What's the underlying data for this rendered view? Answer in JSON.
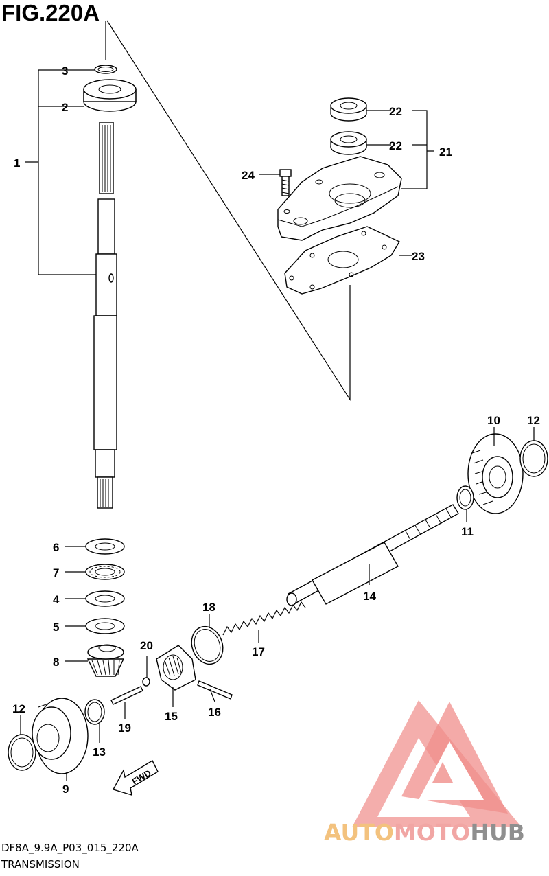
{
  "figure": {
    "title": "FIG.220A"
  },
  "callouts": [
    {
      "number": "1"
    },
    {
      "number": "2"
    },
    {
      "number": "3"
    },
    {
      "number": "4"
    },
    {
      "number": "5"
    },
    {
      "number": "6"
    },
    {
      "number": "7"
    },
    {
      "number": "8"
    },
    {
      "number": "9"
    },
    {
      "number": "10"
    },
    {
      "number": "11"
    },
    {
      "number": "12"
    },
    {
      "number": "12"
    },
    {
      "number": "13"
    },
    {
      "number": "14"
    },
    {
      "number": "15"
    },
    {
      "number": "16"
    },
    {
      "number": "17"
    },
    {
      "number": "18"
    },
    {
      "number": "19"
    },
    {
      "number": "20"
    },
    {
      "number": "21"
    },
    {
      "number": "22"
    },
    {
      "number": "22"
    },
    {
      "number": "23"
    },
    {
      "number": "24"
    }
  ],
  "direction_arrow": {
    "label": "FWD"
  },
  "footer": {
    "drawing_code": "DF8A_9.9A_P03_015_220A",
    "section_name": "TRANSMISSION"
  },
  "watermark": {
    "parts": [
      "AUTO",
      "MOTO",
      "HUB"
    ],
    "colors": {
      "auto": "#f3c27e",
      "moto": "#f1a6a4",
      "hub": "#8f8f8f",
      "logo": "#f08e8b"
    }
  }
}
